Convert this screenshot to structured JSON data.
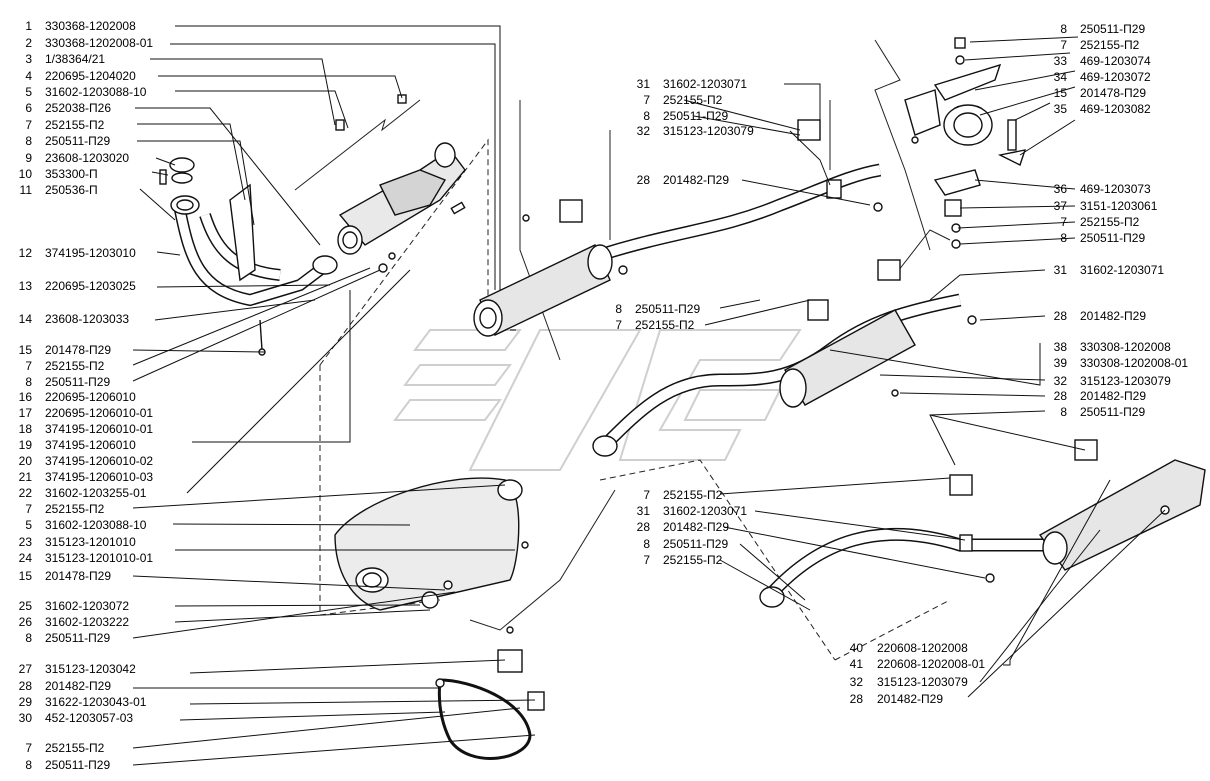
{
  "left_callouts": [
    {
      "num": "1",
      "code": "330368-1202008"
    },
    {
      "num": "2",
      "code": "330368-1202008-01"
    },
    {
      "num": "3",
      "code": "1/38364/21"
    },
    {
      "num": "4",
      "code": "220695-1204020"
    },
    {
      "num": "5",
      "code": "31602-1203088-10"
    },
    {
      "num": "6",
      "code": "252038-П26"
    },
    {
      "num": "7",
      "code": "252155-П2"
    },
    {
      "num": "8",
      "code": "250511-П29"
    },
    {
      "num": "9",
      "code": "23608-1203020"
    },
    {
      "num": "10",
      "code": "353300-П"
    },
    {
      "num": "11",
      "code": "250536-П"
    },
    {
      "num": "12",
      "code": "374195-1203010"
    },
    {
      "num": "13",
      "code": "220695-1203025"
    },
    {
      "num": "14",
      "code": "23608-1203033"
    },
    {
      "num": "15",
      "code": "201478-П29"
    },
    {
      "num": "7",
      "code": "252155-П2"
    },
    {
      "num": "8",
      "code": "250511-П29"
    },
    {
      "num": "16",
      "code": "220695-1206010"
    },
    {
      "num": "17",
      "code": "220695-1206010-01"
    },
    {
      "num": "18",
      "code": "374195-1206010-01"
    },
    {
      "num": "19",
      "code": "374195-1206010"
    },
    {
      "num": "20",
      "code": "374195-1206010-02"
    },
    {
      "num": "21",
      "code": "374195-1206010-03"
    },
    {
      "num": "22",
      "code": "31602-1203255-01"
    },
    {
      "num": "7",
      "code": "252155-П2"
    },
    {
      "num": "5",
      "code": "31602-1203088-10"
    },
    {
      "num": "23",
      "code": "315123-1201010"
    },
    {
      "num": "24",
      "code": "315123-1201010-01"
    },
    {
      "num": "15",
      "code": "201478-П29"
    },
    {
      "num": "25",
      "code": "31602-1203072"
    },
    {
      "num": "26",
      "code": "31602-1203222"
    },
    {
      "num": "8",
      "code": "250511-П29"
    },
    {
      "num": "27",
      "code": "315123-1203042"
    },
    {
      "num": "28",
      "code": "201482-П29"
    },
    {
      "num": "29",
      "code": "31622-1203043-01"
    },
    {
      "num": "30",
      "code": "452-1203057-03"
    },
    {
      "num": "7",
      "code": "252155-П2"
    },
    {
      "num": "8",
      "code": "250511-П29"
    }
  ],
  "right_top_callouts": [
    {
      "num": "8",
      "code": "250511-П29"
    },
    {
      "num": "7",
      "code": "252155-П2"
    },
    {
      "num": "33",
      "code": "469-1203074"
    },
    {
      "num": "34",
      "code": "469-1203072"
    },
    {
      "num": "15",
      "code": "201478-П29"
    },
    {
      "num": "35",
      "code": "469-1203082"
    },
    {
      "num": "36",
      "code": "469-1203073"
    },
    {
      "num": "37",
      "code": "3151-1203061"
    },
    {
      "num": "7",
      "code": "252155-П2"
    },
    {
      "num": "8",
      "code": "250511-П29"
    }
  ],
  "right_mid_callouts": [
    {
      "num": "31",
      "code": "31602-1203071"
    },
    {
      "num": "28",
      "code": "201482-П29"
    },
    {
      "num": "38",
      "code": "330308-1202008"
    },
    {
      "num": "39",
      "code": "330308-1202008-01"
    },
    {
      "num": "32",
      "code": "315123-1203079"
    },
    {
      "num": "28",
      "code": "201482-П29"
    },
    {
      "num": "8",
      "code": "250511-П29"
    }
  ],
  "right_bottom_callouts": [
    {
      "num": "40",
      "code": "220608-1202008"
    },
    {
      "num": "41",
      "code": "220608-1202008-01"
    },
    {
      "num": "32",
      "code": "315123-1203079"
    },
    {
      "num": "28",
      "code": "201482-П29"
    }
  ],
  "center_top_callouts": [
    {
      "num": "31",
      "code": "31602-1203071"
    },
    {
      "num": "7",
      "code": "252155-П2"
    },
    {
      "num": "8",
      "code": "250511-П29"
    },
    {
      "num": "32",
      "code": "315123-1203079"
    },
    {
      "num": "28",
      "code": "201482-П29"
    }
  ],
  "center_mid_callouts": [
    {
      "num": "8",
      "code": "250511-П29"
    },
    {
      "num": "7",
      "code": "252155-П2"
    }
  ],
  "center_low_callouts": [
    {
      "num": "7",
      "code": "252155-П2"
    },
    {
      "num": "31",
      "code": "31602-1203071"
    },
    {
      "num": "28",
      "code": "201482-П29"
    },
    {
      "num": "8",
      "code": "250511-П29"
    },
    {
      "num": "7",
      "code": "252155-П2"
    }
  ]
}
